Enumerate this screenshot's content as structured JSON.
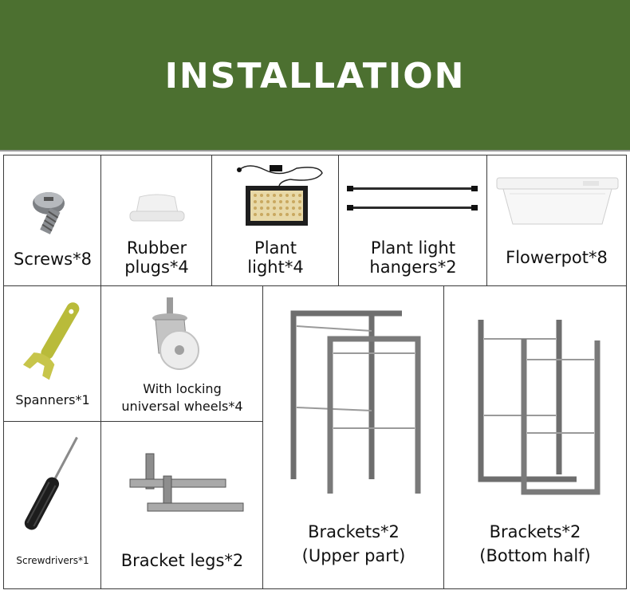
{
  "title": "INSTALLATION",
  "items": {
    "screws": "Screws*8",
    "rubber_plugs_1": "Rubber",
    "rubber_plugs_2": "plugs*4",
    "plant_light_1": "Plant",
    "plant_light_2": "light*4",
    "hangers_1": "Plant light",
    "hangers_2": "hangers*2",
    "flowerpot": "Flowerpot*8",
    "spanners": "Spanners*1",
    "wheels_1": "With locking",
    "wheels_2": "universal wheels*4",
    "brackets_upper_1": "Brackets*2",
    "brackets_upper_2": "(Upper part)",
    "brackets_bottom_1": "Brackets*2",
    "brackets_bottom_2": "(Bottom half)",
    "screwdrivers": "Screwdrivers*1",
    "bracket_legs": "Bracket legs*2"
  }
}
